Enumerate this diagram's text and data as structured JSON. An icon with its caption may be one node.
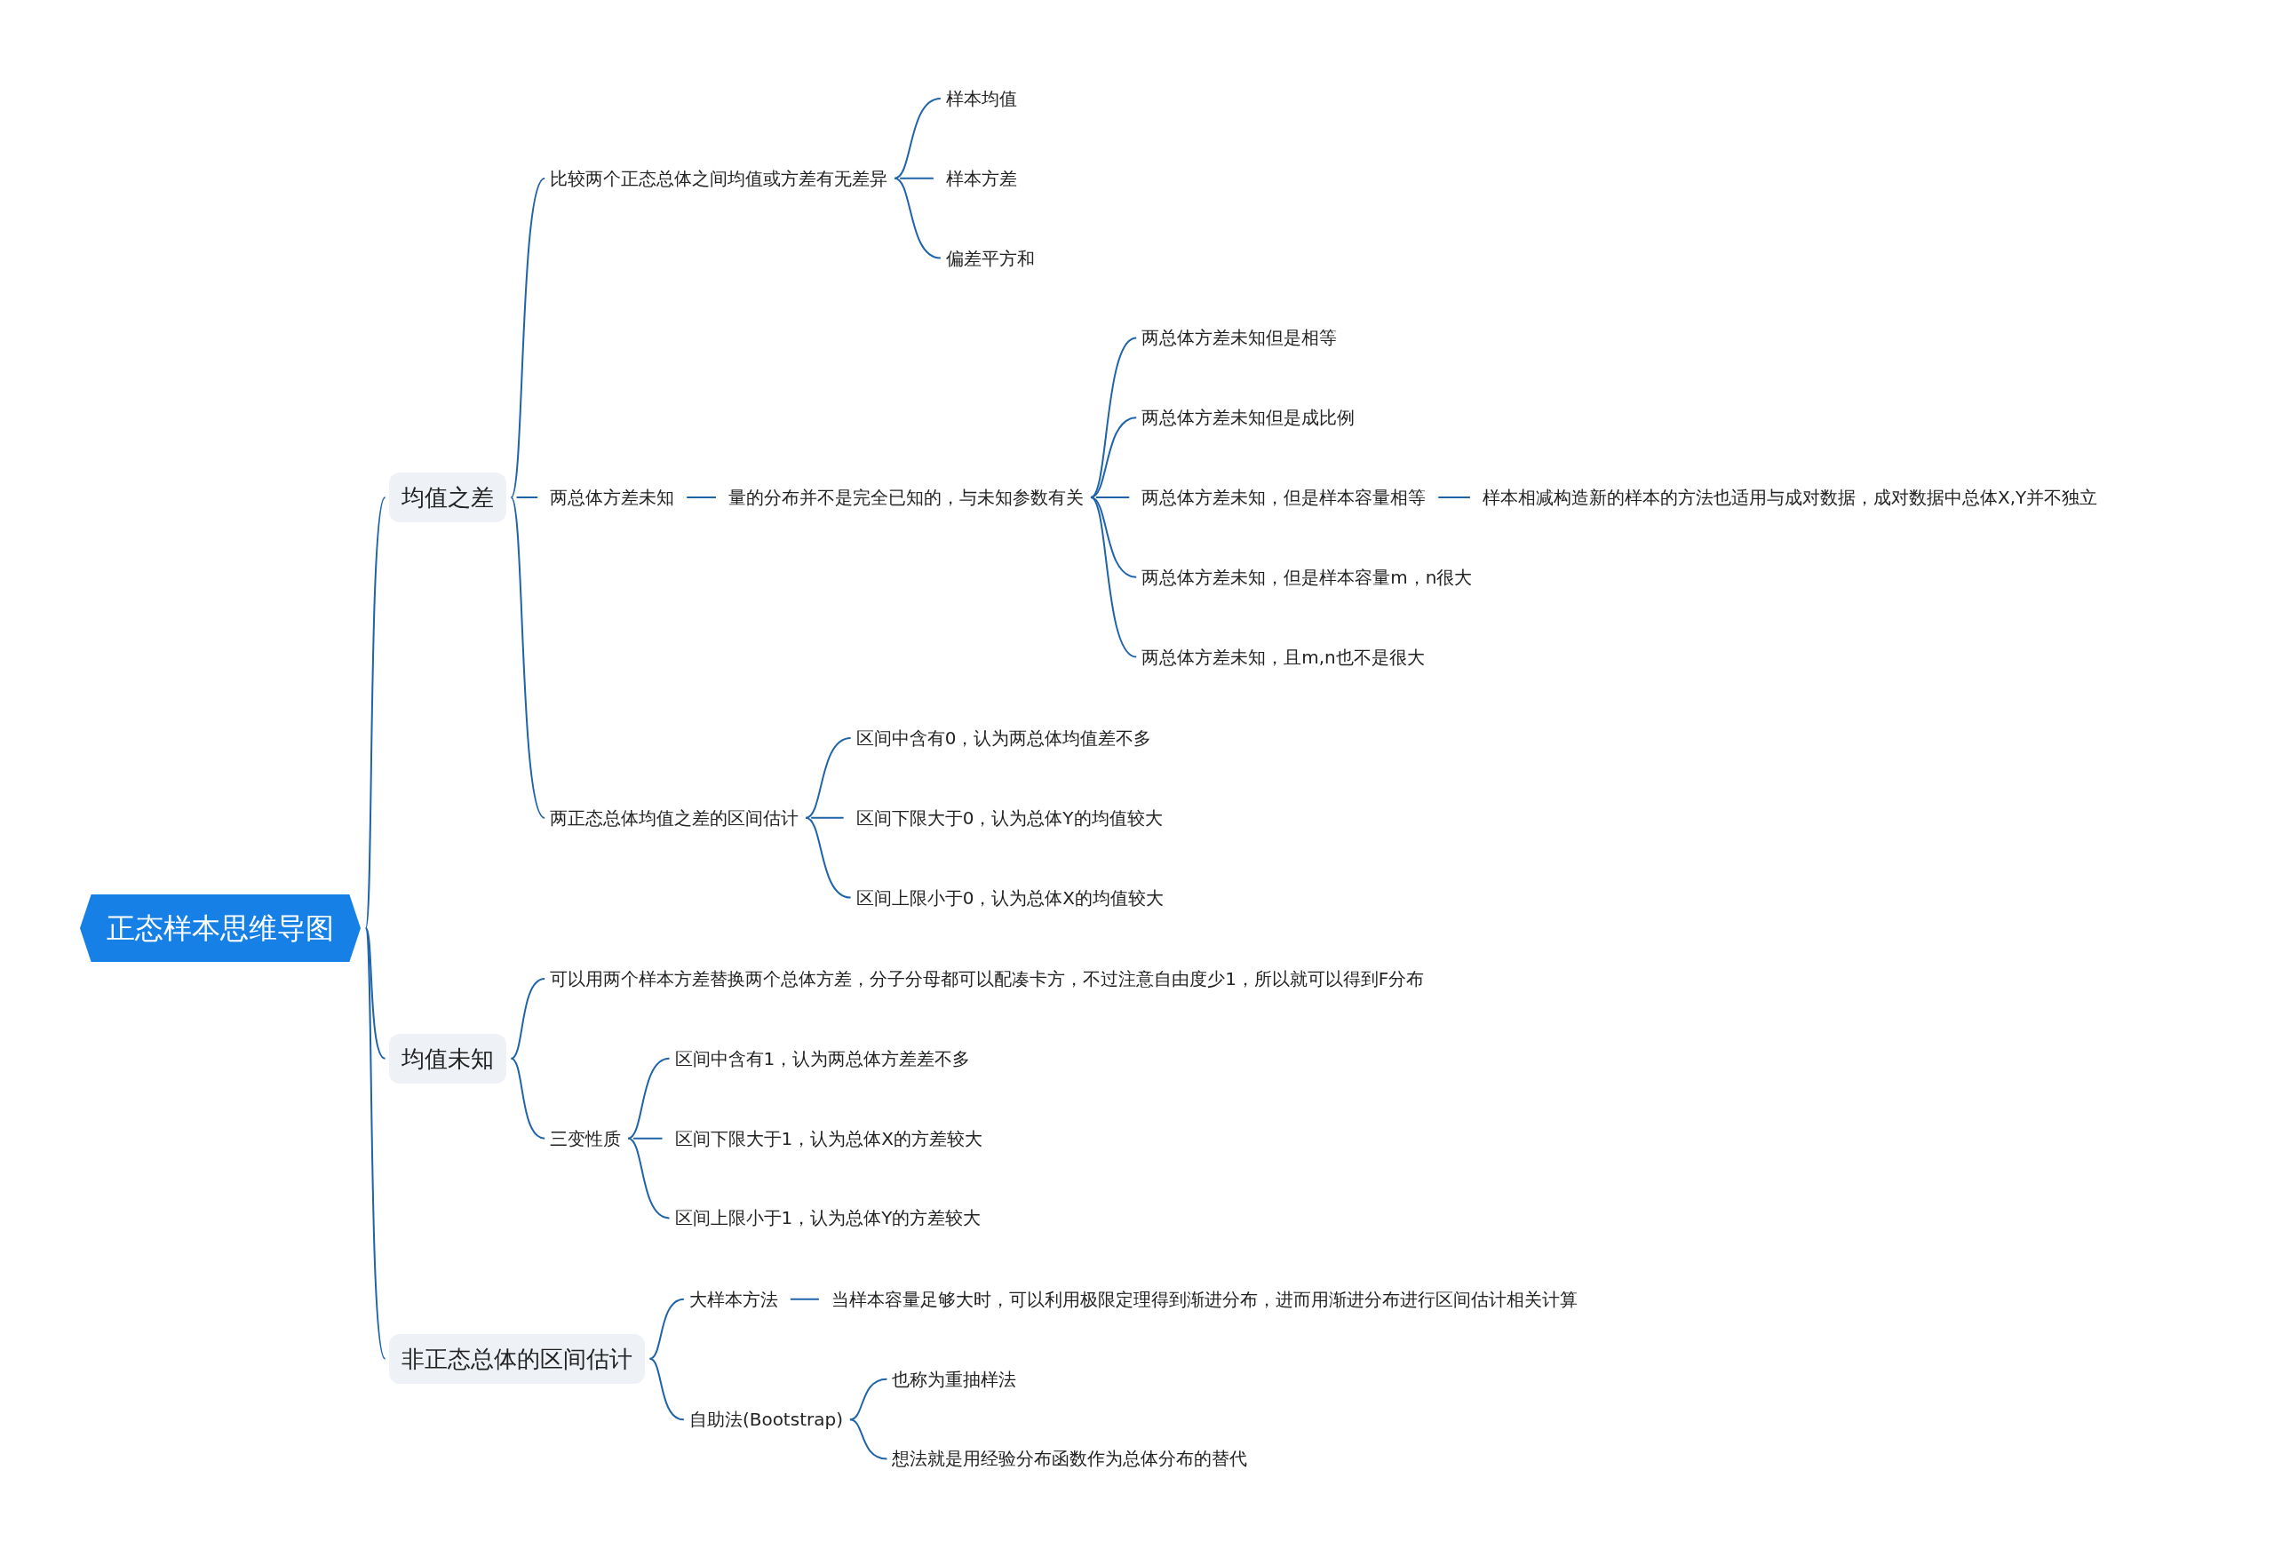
{
  "diagram": {
    "nodes": [
      {
        "text": [
          "正态样本思维导图"
        ]
      },
      {
        "text": [
          "均值之差"
        ]
      },
      {
        "text": [
          "比较两个正态总体之间均值或方差有无差异"
        ]
      },
      {
        "text": [
          "样本均值"
        ]
      },
      {
        "text": [
          "样本方差"
        ]
      },
      {
        "text": [
          "偏差平方和"
        ]
      },
      {
        "text": [
          "两总体方差未知"
        ]
      },
      {
        "text": [
          "量的分布并不是完全已知的，与未知参数有关"
        ]
      },
      {
        "text": [
          "两总体方差未知但是相等"
        ]
      },
      {
        "text": [
          "两总体方差未知但是成比例"
        ]
      },
      {
        "text": [
          "两总体方差未知，但是样本容量相等"
        ]
      },
      {
        "text": [
          "样本相减构造新的样本的方法也适用与成对数据，成对数据中总体X,Y并不独立"
        ]
      },
      {
        "text": [
          "两总体方差未知，但是样本容量m，n很大"
        ]
      },
      {
        "text": [
          "两总体方差未知，且m,n也不是很大"
        ]
      },
      {
        "text": [
          "两正态总体均值之差的区间估计"
        ]
      },
      {
        "text": [
          "区间中含有0，认为两总体均值差不多"
        ]
      },
      {
        "text": [
          "区间下限大于0，认为总体Y的均值较大"
        ]
      },
      {
        "text": [
          "区间上限小于0，认为总体X的均值较大"
        ]
      },
      {
        "text": [
          "均值未知"
        ]
      },
      {
        "text": [
          "可以用两个样本方差替换两个总体方差，分子分母都可以配凑卡方，不过注意自由度少1，所以就可以得到F分布"
        ]
      },
      {
        "text": [
          "三变性质"
        ]
      },
      {
        "text": [
          "区间中含有1，认为两总体方差差不多"
        ]
      },
      {
        "text": [
          "区间下限大于1，认为总体X的方差较大"
        ]
      },
      {
        "text": [
          "区间上限小于1，认为总体Y的方差较大"
        ]
      },
      {
        "text": [
          "非正态总体的区间估计"
        ]
      },
      {
        "text": [
          "大样本方法"
        ]
      },
      {
        "text": [
          "当样本容量足够大时，可以利用极限定理得到渐进分布，进而用渐进分布进行区间估计相关计算"
        ]
      },
      {
        "text": [
          "自助法(Bootstrap)"
        ]
      },
      {
        "text": [
          "也称为重抽样法"
        ]
      },
      {
        "text": [
          "想法就是用经验分布函数作为总体分布的替代"
        ]
      }
    ],
    "edges": [
      {
        "from": 0,
        "to": 1,
        "arrow": "none"
      },
      {
        "from": 1,
        "to": 2,
        "arrow": "none"
      },
      {
        "from": 2,
        "to": 3,
        "arrow": "none"
      },
      {
        "from": 2,
        "to": 4,
        "arrow": "none"
      },
      {
        "from": 2,
        "to": 5,
        "arrow": "none"
      },
      {
        "from": 1,
        "to": 6,
        "arrow": "none"
      },
      {
        "from": 6,
        "to": 7,
        "arrow": "none"
      },
      {
        "from": 7,
        "to": 8,
        "arrow": "none"
      },
      {
        "from": 7,
        "to": 9,
        "arrow": "none"
      },
      {
        "from": 7,
        "to": 10,
        "arrow": "none"
      },
      {
        "from": 10,
        "to": 11,
        "arrow": "none"
      },
      {
        "from": 7,
        "to": 12,
        "arrow": "none"
      },
      {
        "from": 7,
        "to": 13,
        "arrow": "none"
      },
      {
        "from": 1,
        "to": 14,
        "arrow": "none"
      },
      {
        "from": 14,
        "to": 15,
        "arrow": "none"
      },
      {
        "from": 14,
        "to": 16,
        "arrow": "none"
      },
      {
        "from": 14,
        "to": 17,
        "arrow": "none"
      },
      {
        "from": 0,
        "to": 18,
        "arrow": "none"
      },
      {
        "from": 18,
        "to": 19,
        "arrow": "none"
      },
      {
        "from": 18,
        "to": 20,
        "arrow": "none"
      },
      {
        "from": 20,
        "to": 21,
        "arrow": "none"
      },
      {
        "from": 20,
        "to": 22,
        "arrow": "none"
      },
      {
        "from": 20,
        "to": 23,
        "arrow": "none"
      },
      {
        "from": 0,
        "to": 24,
        "arrow": "none"
      },
      {
        "from": 24,
        "to": 25,
        "arrow": "none"
      },
      {
        "from": 25,
        "to": 26,
        "arrow": "none"
      },
      {
        "from": 24,
        "to": 27,
        "arrow": "none"
      },
      {
        "from": 27,
        "to": 28,
        "arrow": "none"
      },
      {
        "from": 27,
        "to": 29,
        "arrow": "none"
      }
    ]
  }
}
